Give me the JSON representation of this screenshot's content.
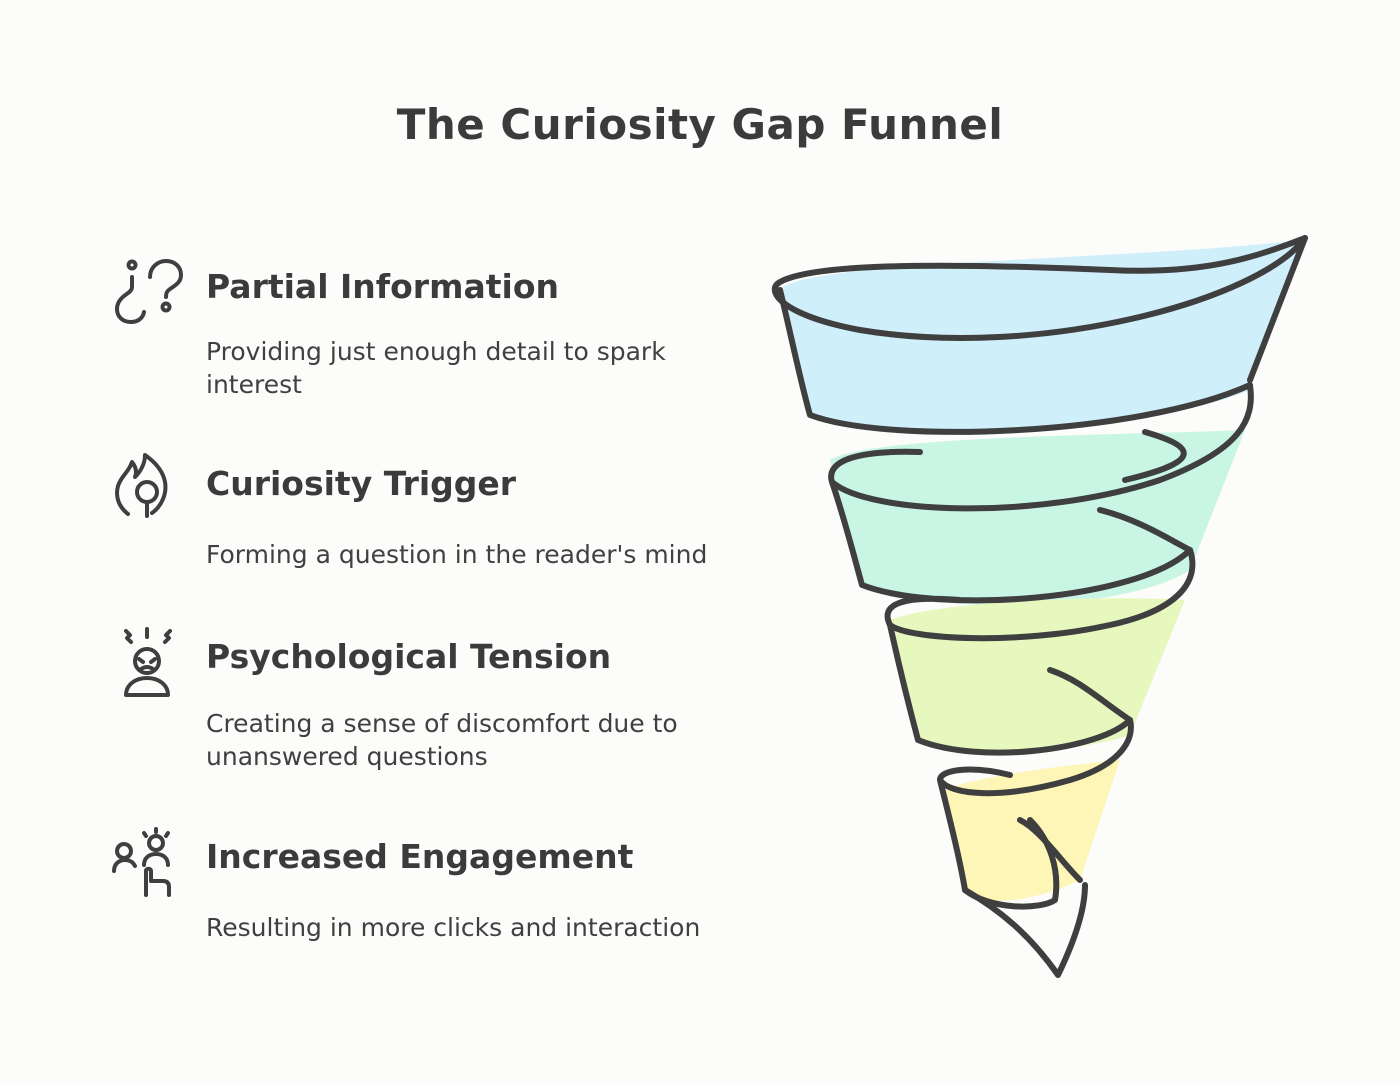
{
  "title": "The Curiosity Gap Funnel",
  "items": [
    {
      "heading": "Partial Information",
      "description": "Providing just enough detail to spark interest",
      "icon": "question-marks-icon"
    },
    {
      "heading": "Curiosity Trigger",
      "description": "Forming a question in the reader's mind",
      "icon": "flame-lightbulb-icon"
    },
    {
      "heading": "Psychological Tension",
      "description": "Creating a sense of discomfort due to unanswered questions",
      "icon": "stressed-person-icon"
    },
    {
      "heading": "Increased Engagement",
      "description": "Resulting in more clicks and interaction",
      "icon": "engaged-people-icon"
    }
  ],
  "funnel": {
    "band_colors": [
      "#cfeffb",
      "#c8f5e4",
      "#e6f8bd",
      "#fdf6b6"
    ],
    "outline_color": "#3f3f3f"
  }
}
